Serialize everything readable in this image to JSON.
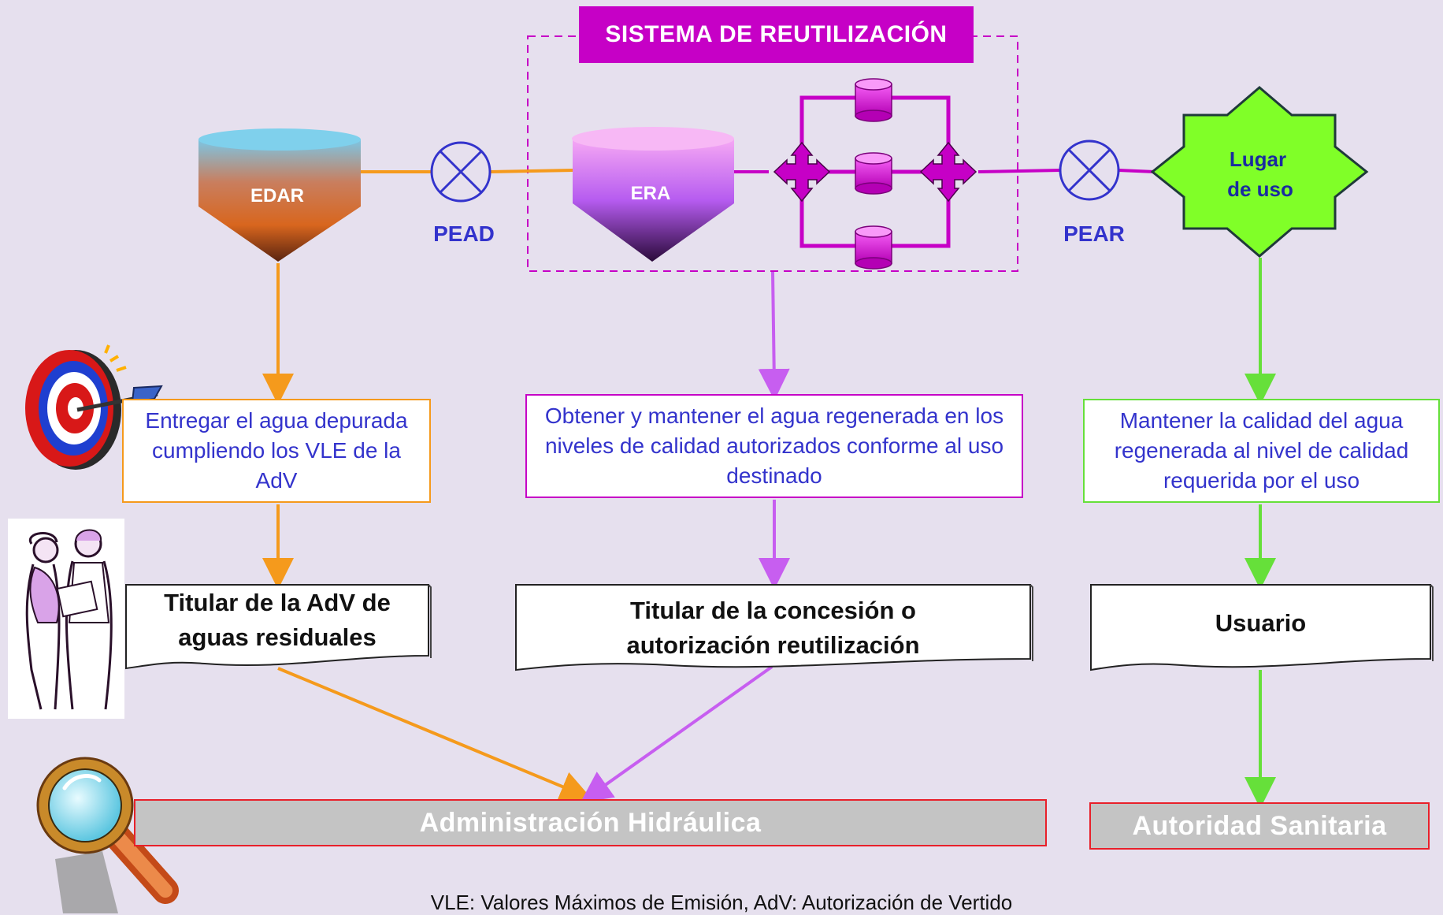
{
  "system_title": "SISTEMA DE REUTILIZACIÓN",
  "nodes": {
    "edar": "EDAR",
    "era": "ERA",
    "pead": "PEAD",
    "pear": "PEAR",
    "lugar_line1": "Lugar",
    "lugar_line2": "de uso"
  },
  "obligations": {
    "edar": "Entregar el agua depurada cumpliendo los VLE de la AdV",
    "era": "Obtener y mantener el agua regenerada en los niveles de calidad autorizados conforme al uso destinado",
    "uso": "Mantener la calidad del agua regenerada al nivel de calidad requerida por el uso"
  },
  "roles": {
    "titular_adv_line1": "Titular de la AdV de",
    "titular_adv_line2": "aguas residuales",
    "titular_concesion_line1": "Titular de la concesión o",
    "titular_concesion_line2": "autorización reutilización",
    "usuario": "Usuario"
  },
  "authorities": {
    "hidraulica": "Administración Hidráulica",
    "sanitaria": "Autoridad Sanitaria"
  },
  "footnote": "VLE: Valores Máximos de Emisión, AdV: Autorización de Vertido",
  "colors": {
    "background": "#e6e0ee",
    "orange": "#f59a1c",
    "purple": "#c75ef0",
    "magenta": "#c600c6",
    "green": "#66e03a",
    "blue_text": "#3333cc",
    "red_border": "#e8202a"
  }
}
